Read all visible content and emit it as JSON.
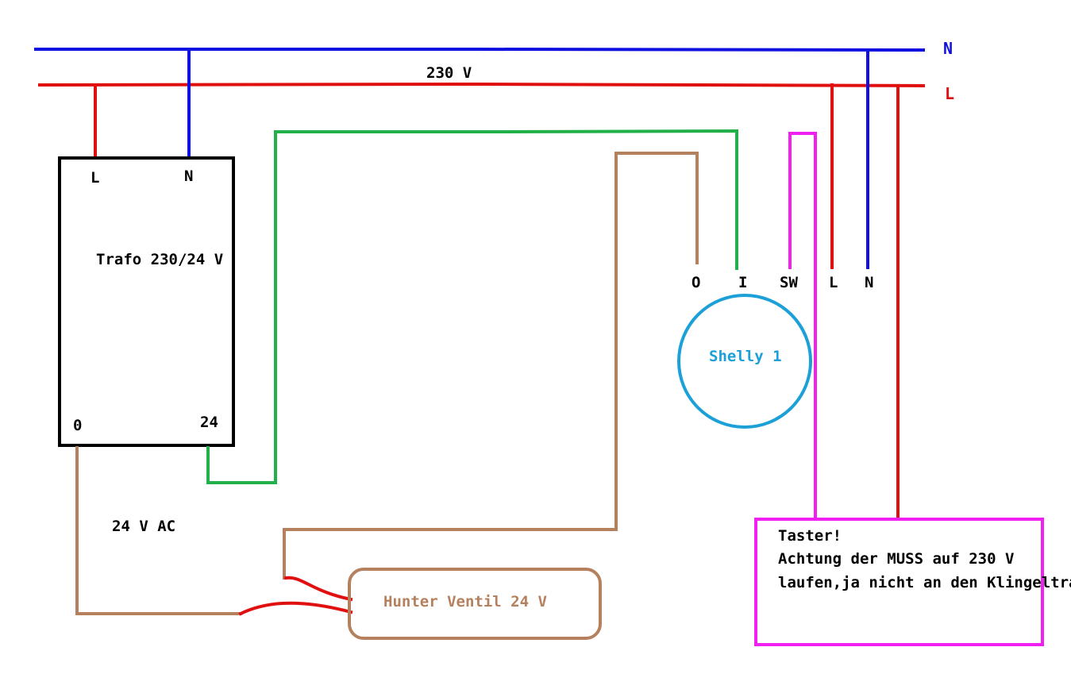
{
  "colors": {
    "neutral": "#1010e0",
    "live": "#e01010",
    "signal": "#22b04a",
    "brown": "#b5805e",
    "magenta": "#f020f0",
    "shelly": "#1ca0d8",
    "black": "#000000"
  },
  "rails": {
    "n_label": "N",
    "l_label": "L",
    "voltage_label": "230 V"
  },
  "trafo": {
    "title": "Trafo 230/24 V",
    "terminal_l": "L",
    "terminal_n": "N",
    "terminal_0": "0",
    "terminal_24": "24",
    "output_label": "24 V AC"
  },
  "shelly": {
    "name": "Shelly 1",
    "terminals": [
      "O",
      "I",
      "SW",
      "L",
      "N"
    ]
  },
  "valve": {
    "name": "Hunter Ventil 24 V"
  },
  "taster": {
    "lines": [
      "Taster!",
      "Achtung der MUSS auf 230 V",
      "laufen,ja nicht an den Klingeltrafo"
    ]
  }
}
